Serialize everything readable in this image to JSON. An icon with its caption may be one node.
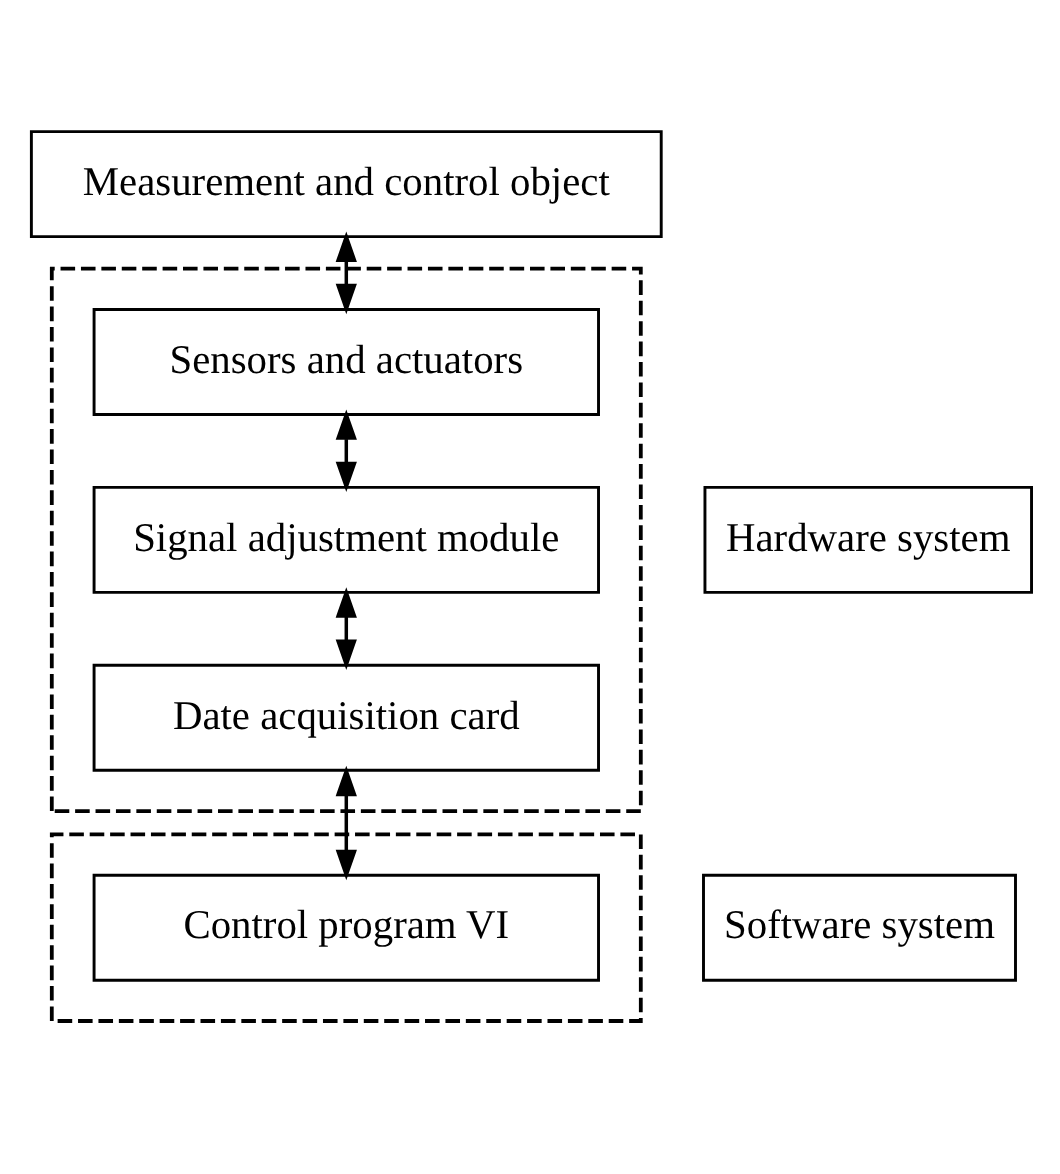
{
  "diagram": {
    "nodes": [
      {
        "text": [
          "Measurement and control object"
        ]
      },
      {
        "text": [],
        "shape": "box"
      },
      {
        "text": [
          "Sensors and actuators"
        ],
        "in": 1
      },
      {
        "text": [
          "Signal adjustment module"
        ],
        "in": 1
      },
      {
        "text": [
          "Date acquisition card"
        ],
        "in": 1
      },
      {
        "text": [
          "Hardware system"
        ]
      },
      {
        "text": [],
        "shape": "box"
      },
      {
        "text": [
          "Control program VI"
        ],
        "in": 6
      },
      {
        "text": [
          "Software system"
        ]
      }
    ],
    "edges": [
      {
        "from": 0,
        "to": 2,
        "arrow": "both"
      },
      {
        "from": 2,
        "to": 3,
        "arrow": "both"
      },
      {
        "from": 3,
        "to": 4,
        "arrow": "both"
      },
      {
        "from": 4,
        "to": 7,
        "arrow": "both"
      }
    ]
  }
}
